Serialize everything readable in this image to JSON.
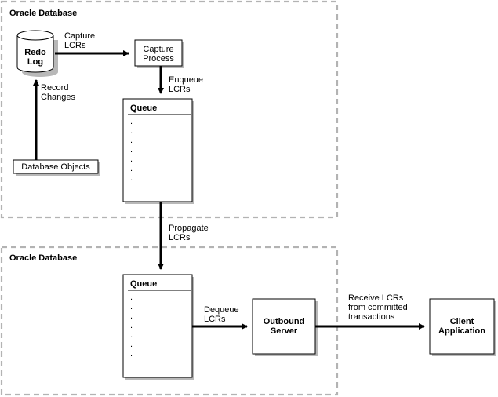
{
  "regions": {
    "top": {
      "title": "Oracle Database"
    },
    "bottom": {
      "title": "Oracle Database"
    }
  },
  "nodes": {
    "redo_log": {
      "line1": "Redo",
      "line2": "Log"
    },
    "capture_process": {
      "line1": "Capture",
      "line2": "Process"
    },
    "database_objects": {
      "label": "Database Objects"
    },
    "queue_top": {
      "title": "Queue",
      "dots": [
        ".",
        ".",
        ".",
        ".",
        ".",
        ".",
        "."
      ]
    },
    "queue_bottom": {
      "title": "Queue",
      "dots": [
        ".",
        ".",
        ".",
        ".",
        ".",
        ".",
        "."
      ]
    },
    "outbound_server": {
      "line1": "Outbound",
      "line2": "Server"
    },
    "client_application": {
      "line1": "Client",
      "line2": "Application"
    }
  },
  "edges": {
    "capture_lcrs": {
      "line1": "Capture",
      "line2": "LCRs"
    },
    "record_changes": {
      "line1": "Record",
      "line2": "Changes"
    },
    "enqueue_lcrs": {
      "line1": "Enqueue",
      "line2": "LCRs"
    },
    "propagate_lcrs": {
      "line1": "Propagate",
      "line2": "LCRs"
    },
    "dequeue_lcrs": {
      "line1": "Dequeue",
      "line2": "LCRs"
    },
    "receive_lcrs": {
      "line1": "Receive LCRs",
      "line2": "from committed",
      "line3": "transactions"
    }
  }
}
